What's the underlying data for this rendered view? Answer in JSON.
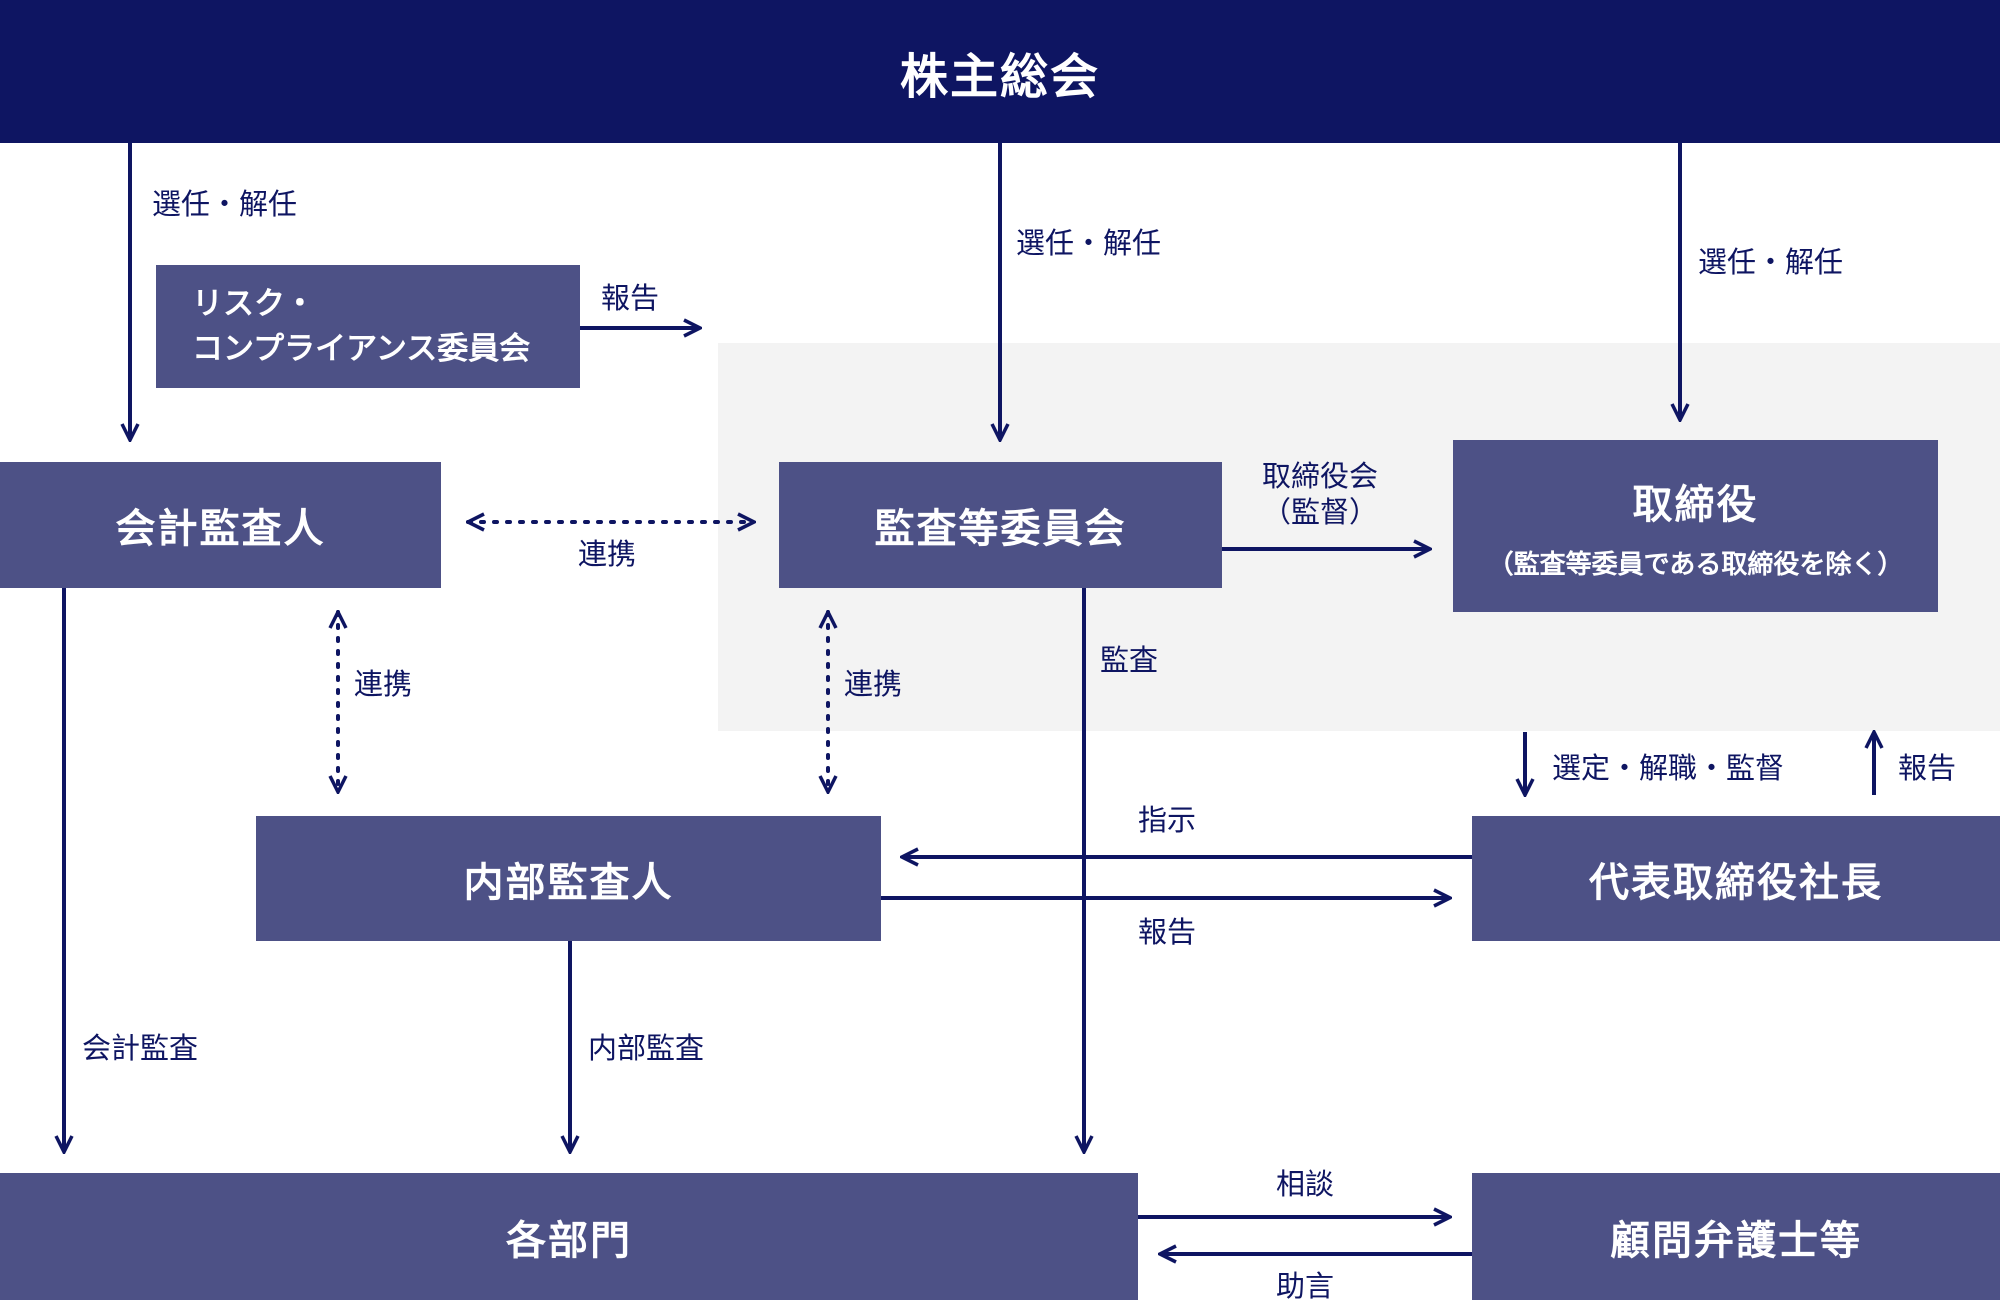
{
  "diagram": {
    "nodes": {
      "shareholders_meeting": "株主総会",
      "risk_compliance_line1": "リスク・",
      "risk_compliance_line2": "コンプライアンス委員会",
      "accounting_auditor": "会計監査人",
      "audit_committee": "監査等委員会",
      "directors": "取締役",
      "directors_note": "（監査等委員である取締役を除く）",
      "internal_auditor": "内部監査人",
      "president": "代表取締役社長",
      "departments": "各部門",
      "legal_advisors": "顧問弁護士等"
    },
    "edge_labels": {
      "appoint_dismiss_left": "選任・解任",
      "appoint_dismiss_center": "選任・解任",
      "appoint_dismiss_right": "選任・解任",
      "risk_report": "報告",
      "cooperation_horizontal": "連携",
      "cooperation_left": "連携",
      "cooperation_center": "連携",
      "board_line1": "取締役会",
      "board_line2": "（監督）",
      "audit": "監査",
      "selection_supervision": "選定・解職・監督",
      "president_report_up": "報告",
      "instruction": "指示",
      "internal_report": "報告",
      "accounting_audit": "会計監査",
      "internal_audit": "内部監査",
      "consultation": "相談",
      "advice": "助言"
    },
    "colors": {
      "top_bar": "#0e1562",
      "node": "#4d5186",
      "panel": "#f3f3f3",
      "line": "#0e1562",
      "node_text": "#ffffff"
    }
  }
}
